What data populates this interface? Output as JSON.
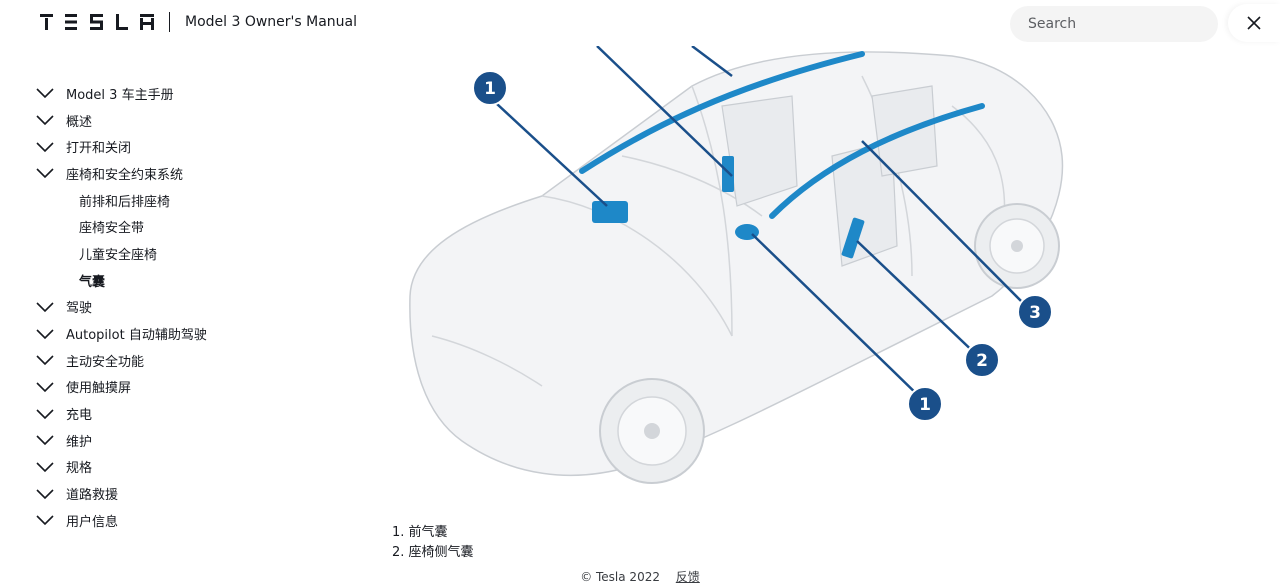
{
  "header": {
    "brand": "TESLA",
    "manual_title": "Model 3 Owner's Manual",
    "search_placeholder": "Search",
    "close_icon": "close-icon"
  },
  "sidebar": {
    "items": [
      {
        "label": "Model 3 车主手册",
        "icon": "chevron-down-icon"
      },
      {
        "label": "概述",
        "icon": "chevron-down-icon"
      },
      {
        "label": "打开和关闭",
        "icon": "chevron-down-icon"
      },
      {
        "label": "座椅和安全约束系统",
        "icon": "chevron-down-icon",
        "children": [
          {
            "label": "前排和后排座椅"
          },
          {
            "label": "座椅安全带"
          },
          {
            "label": "儿童安全座椅"
          },
          {
            "label": "气囊",
            "active": true
          }
        ]
      },
      {
        "label": "驾驶",
        "icon": "chevron-down-icon"
      },
      {
        "label": "Autopilot 自动辅助驾驶",
        "icon": "chevron-down-icon"
      },
      {
        "label": "主动安全功能",
        "icon": "chevron-down-icon"
      },
      {
        "label": "使用触摸屏",
        "icon": "chevron-down-icon"
      },
      {
        "label": "充电",
        "icon": "chevron-down-icon"
      },
      {
        "label": "维护",
        "icon": "chevron-down-icon"
      },
      {
        "label": "规格",
        "icon": "chevron-down-icon"
      },
      {
        "label": "道路救援",
        "icon": "chevron-down-icon"
      },
      {
        "label": "用户信息",
        "icon": "chevron-down-icon"
      }
    ]
  },
  "illustration": {
    "callouts": [
      "1",
      "1",
      "2",
      "3"
    ],
    "airbag_color": "#1e88c8",
    "callout_color": "#1a4f8a"
  },
  "legend": {
    "items": [
      "1. 前气囊",
      "2. 座椅侧气囊"
    ]
  },
  "footer": {
    "copyright": "© Tesla 2022",
    "feedback": "反馈"
  }
}
